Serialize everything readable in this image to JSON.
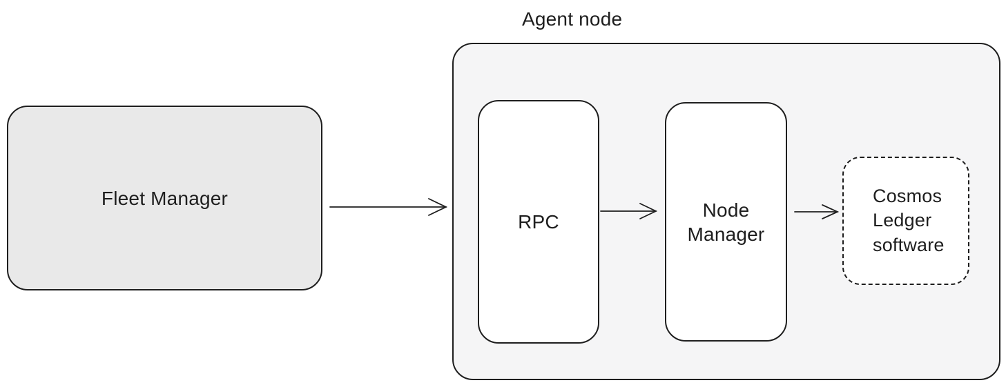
{
  "diagram": {
    "container_label": "Agent node",
    "nodes": {
      "fleet_manager": {
        "label": "Fleet Manager"
      },
      "rpc": {
        "label": "RPC"
      },
      "node_manager": {
        "label": "Node Manager"
      },
      "cosmos_ledger": {
        "label": "Cosmos Ledger software"
      }
    },
    "edges": [
      {
        "from": "Fleet Manager",
        "to": "Agent node"
      },
      {
        "from": "RPC",
        "to": "Node Manager"
      },
      {
        "from": "Node Manager",
        "to": "Cosmos Ledger software"
      }
    ],
    "colors": {
      "stroke": "#1e1e1e",
      "fleet_manager_fill": "#e9e9e9",
      "agent_container_fill": "#f5f5f6",
      "inner_node_fill": "#ffffff",
      "background": "#ffffff"
    }
  }
}
